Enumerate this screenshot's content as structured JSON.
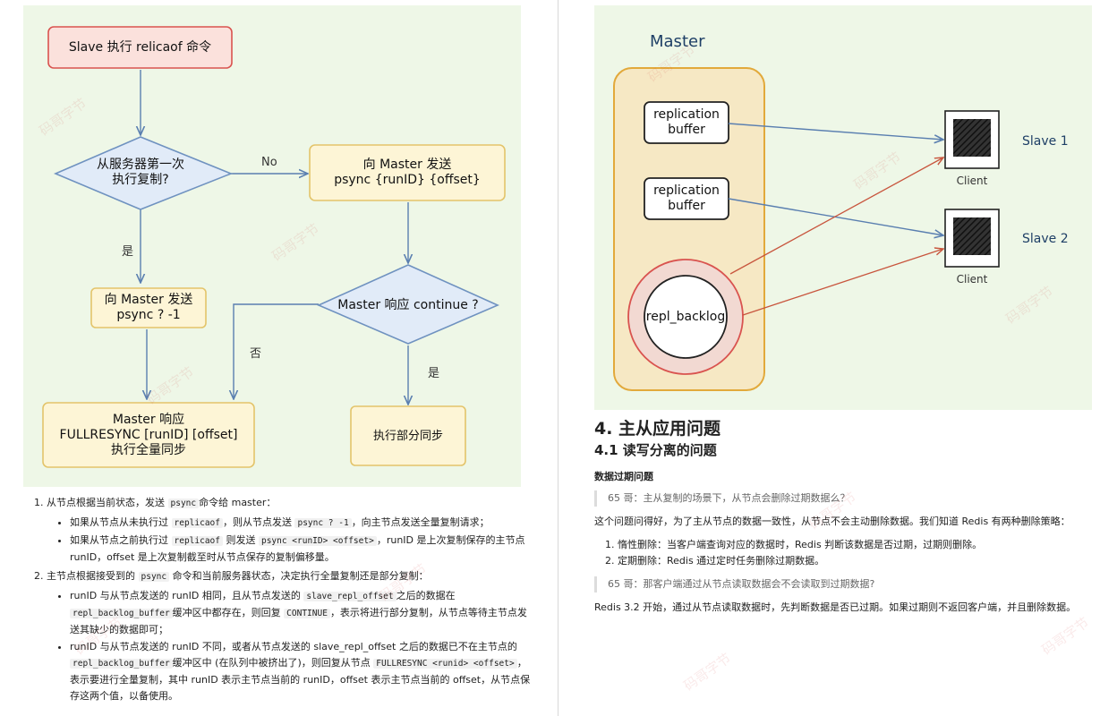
{
  "left_flowchart": {
    "start": "Slave 执行 relicaof 命令",
    "decision_first": "从服务器第一次\n执行复制?",
    "label_no": "No",
    "label_yes": "是",
    "psync_run": "向 Master 发送\npsync  {runID} {offset}",
    "psync_first": "向 Master 发送\npsync ? -1",
    "decision_continue": "Master 响应 continue ?",
    "label_fou": "否",
    "label_shi": "是",
    "full_sync": "Master 响应\nFULLRESYNC [runID] [offset]\n执行全量同步",
    "partial_sync": "执行部分同步"
  },
  "left_text": {
    "item1": {
      "before": "从节点根据当前状态，发送",
      "code": "psync",
      "after": "命令给 master：",
      "bullets": [
        {
          "a": "如果从节点从未执行过",
          "c1": "replicaof",
          "b": "，则从节点发送",
          "c2": "psync ? -1",
          "d": "，向主节点发送全量复制请求；"
        },
        {
          "a": "如果从节点之前执行过",
          "c1": "replicaof",
          "b": "则发送",
          "c2": "psync <runID> <offset>",
          "d": "，runID 是上次复制保存的主节点 runID，offset 是上次复制截至时从节点保存的复制偏移量。"
        }
      ]
    },
    "item2": {
      "before": "主节点根据接受到的",
      "code": "psync",
      "after": "命令和当前服务器状态，决定执行全量复制还是部分复制：",
      "b1": {
        "a": "runID 与从节点发送的 runID 相同，且从节点发送的",
        "c1": "slave_repl_offset",
        "b": "之后的数据在",
        "c2": "repl_backlog_buffer",
        "c": "缓冲区中都存在，则回复",
        "c3": "CONTINUE",
        "d": "，表示将进行部分复制，从节点等待主节点发送其缺少的数据即可；"
      },
      "b2": {
        "a": "runID 与从节点发送的 runID 不同，或者从节点发送的 slave_repl_offset 之后的数据已不在主节点的",
        "c1": "repl_backlog_buffer",
        "b": "缓冲区中 (在队列中被挤出了)，则回复从节点",
        "c2": "FULLRESYNC <runid> <offset>",
        "d": "，表示要进行全量复制，其中 runID 表示主节点当前的 runID，offset 表示主节点当前的 offset，从节点保存这两个值，以备使用。"
      }
    }
  },
  "right_diagram": {
    "master_label": "Master",
    "buffer1": "replication\nbuffer",
    "buffer2": "replication\nbuffer",
    "backlog": "repl_backlog",
    "slave1": "Slave 1",
    "slave2": "Slave 2",
    "client1": "Client",
    "client2": "Client"
  },
  "right_text": {
    "h2": "4. 主从应用问题",
    "h3": "4.1 读写分离的问题",
    "h4": "数据过期问题",
    "quote1": "65 哥：主从复制的场景下，从节点会删除过期数据么？",
    "p1": "这个问题问得好，为了主从节点的数据一致性，从节点不会主动删除数据。我们知道 Redis 有两种删除策略：",
    "list": [
      "惰性删除：当客户端查询对应的数据时，Redis 判断该数据是否过期，过期则删除。",
      "定期删除：Redis 通过定时任务删除过期数据。"
    ],
    "quote2": "65 哥：那客户端通过从节点读取数据会不会读取到过期数据?",
    "p2": "Redis 3.2 开始，通过从节点读取数据时，先判断数据是否已过期。如果过期则不返回客户端，并且删除数据。"
  },
  "watermark": "码哥字节",
  "colors": {
    "figure_bg": "#eef7e7",
    "start_fill": "#fbe1dc",
    "start_stroke": "#d9534f",
    "node_fill": "#fdf5d6",
    "node_stroke": "#e3c46a",
    "decision_fill": "#e1ebf8",
    "decision_stroke": "#6f92c0",
    "arrow_blue": "#5a7fb0",
    "arrow_red": "#c8553d",
    "master_fill": "#f6e8c4",
    "master_stroke": "#e2a93b"
  }
}
